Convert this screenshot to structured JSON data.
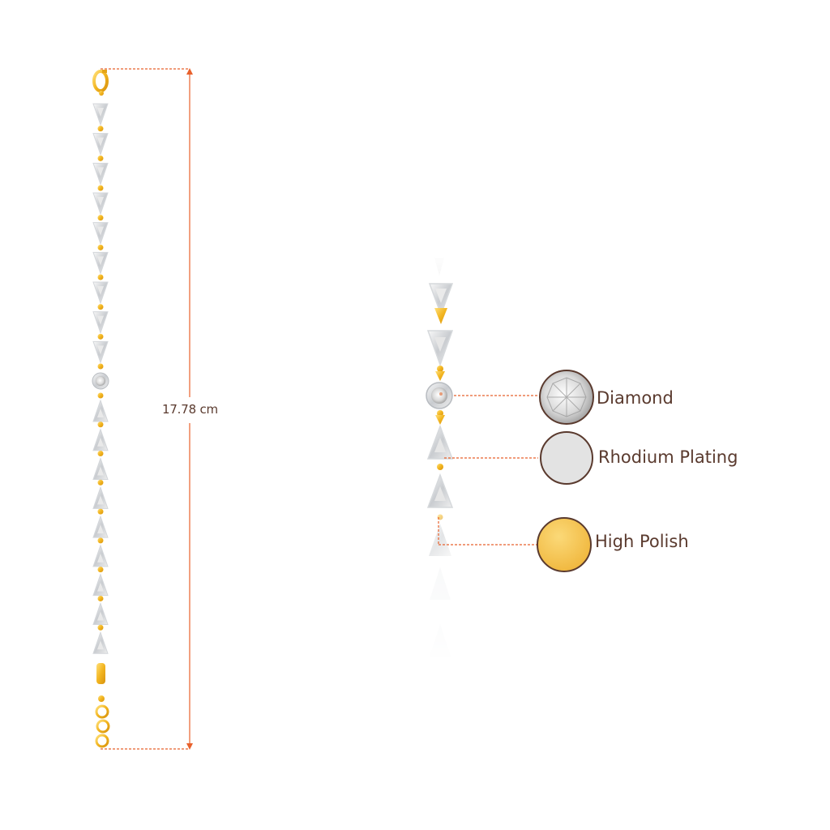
{
  "dimension": {
    "length_label": "17.78 cm"
  },
  "materials": [
    {
      "id": "diamond",
      "label": "Diamond",
      "swatch_color": "#f3f3f3"
    },
    {
      "id": "rhodium",
      "label": "Rhodium Plating",
      "swatch_color": "#e3e3e3"
    },
    {
      "id": "polish",
      "label": "High Polish",
      "swatch_color": "#f6c74a"
    }
  ],
  "colors": {
    "measure_line": "#e8612c",
    "swatch_ring": "#5a3a2e",
    "gold": "#f2b520",
    "silver": "#cfd2d6"
  },
  "bracelet": {
    "triangle_pieces_down": 9,
    "triangle_pieces_up": 9
  }
}
